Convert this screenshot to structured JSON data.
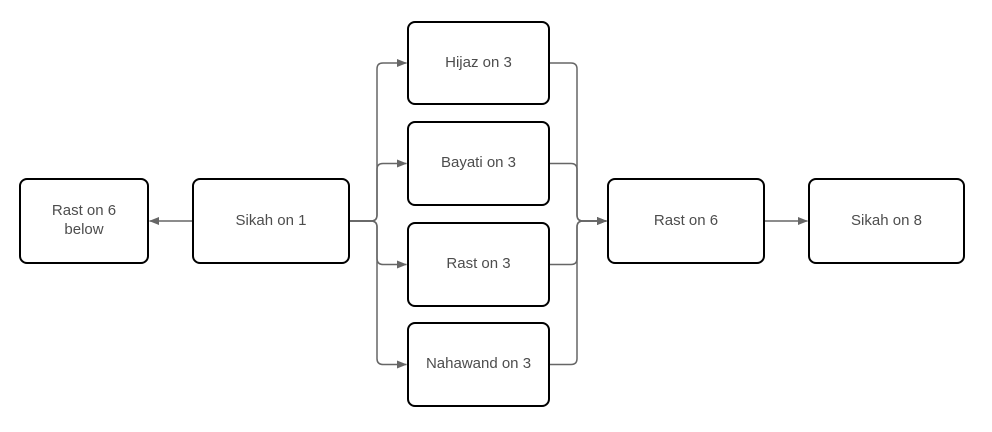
{
  "diagram": {
    "type": "flowchart",
    "colors": {
      "background": "#ffffff",
      "node_fill": "#ffffff",
      "node_border": "#000000",
      "connector": "#666666",
      "text": "#4d4d4d"
    },
    "nodes": [
      {
        "id": "rast-on-6-below",
        "label": "Rast on 6 below"
      },
      {
        "id": "sikah-on-1",
        "label": "Sikah on 1"
      },
      {
        "id": "hijaz-on-3",
        "label": "Hijaz on 3"
      },
      {
        "id": "bayati-on-3",
        "label": "Bayati on 3"
      },
      {
        "id": "rast-on-3",
        "label": "Rast on 3"
      },
      {
        "id": "nahawand-on-3",
        "label": "Nahawand on 3"
      },
      {
        "id": "rast-on-6",
        "label": "Rast on 6"
      },
      {
        "id": "sikah-on-8",
        "label": "Sikah on 8"
      }
    ],
    "edges": [
      {
        "from": "sikah-on-1",
        "to": "rast-on-6-below"
      },
      {
        "from": "sikah-on-1",
        "to": "hijaz-on-3"
      },
      {
        "from": "sikah-on-1",
        "to": "bayati-on-3"
      },
      {
        "from": "sikah-on-1",
        "to": "rast-on-3"
      },
      {
        "from": "sikah-on-1",
        "to": "nahawand-on-3"
      },
      {
        "from": "hijaz-on-3",
        "to": "rast-on-6"
      },
      {
        "from": "bayati-on-3",
        "to": "rast-on-6"
      },
      {
        "from": "rast-on-3",
        "to": "rast-on-6"
      },
      {
        "from": "nahawand-on-3",
        "to": "rast-on-6"
      },
      {
        "from": "rast-on-6",
        "to": "sikah-on-8"
      }
    ]
  }
}
